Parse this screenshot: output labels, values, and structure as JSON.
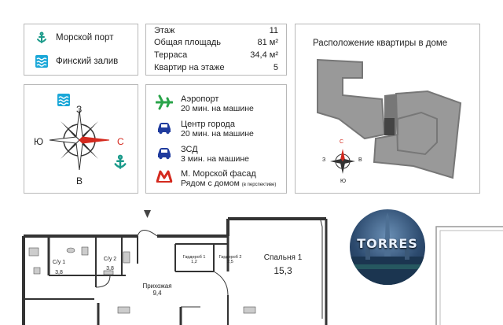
{
  "legend": {
    "items": [
      {
        "label": "Морской порт",
        "icon": "anchor-icon"
      },
      {
        "label": "Финский залив",
        "icon": "waves-icon"
      }
    ]
  },
  "stats": {
    "rows": [
      {
        "label": "Этаж",
        "value": "11"
      },
      {
        "label": "Общая площадь",
        "value": "81 м²"
      },
      {
        "label": "Терраса",
        "value": "34,4 м²"
      },
      {
        "label": "Квартир на этаже",
        "value": "5"
      }
    ]
  },
  "location": {
    "title": "Расположение квартиры в доме",
    "compass": {
      "n": "С",
      "s": "Ю",
      "w": "З",
      "e": "В"
    }
  },
  "compass": {
    "n": "З",
    "s": "В",
    "w": "Ю",
    "e": "С"
  },
  "transport": {
    "items": [
      {
        "title": "Аэропорт",
        "detail": "20 мин. на машине",
        "icon": "airplane-icon",
        "color": "#2aa44a"
      },
      {
        "title": "Центр города",
        "detail": "20 мин. на машине",
        "icon": "car-icon",
        "color": "#1f3b9e"
      },
      {
        "title": "ЗСД",
        "detail": "3 мин. на машине",
        "icon": "car-icon",
        "color": "#1f3b9e"
      },
      {
        "title": "М. Морской фасад",
        "detail": "Рядом с домом",
        "note": "(в перспективе)",
        "icon": "metro-icon",
        "color": "#d42a1f"
      }
    ]
  },
  "plan": {
    "rooms": [
      {
        "name": "С/у 1",
        "area": "3,8"
      },
      {
        "name": "С/у 2",
        "area": "3,8"
      },
      {
        "name": "Гардероб 1",
        "area": "1,2"
      },
      {
        "name": "Гардероб 2",
        "area": "2,5"
      },
      {
        "name": "Прихожая",
        "area": "9,4"
      },
      {
        "name": "Спальня 1",
        "area": "15,3"
      }
    ]
  },
  "logo": {
    "text": "TORRES"
  },
  "colors": {
    "teal": "#1a9a8a",
    "red": "#d42a1f",
    "navy": "#1f3b9e",
    "green": "#2aa44a",
    "border": "#b8b8b8"
  }
}
